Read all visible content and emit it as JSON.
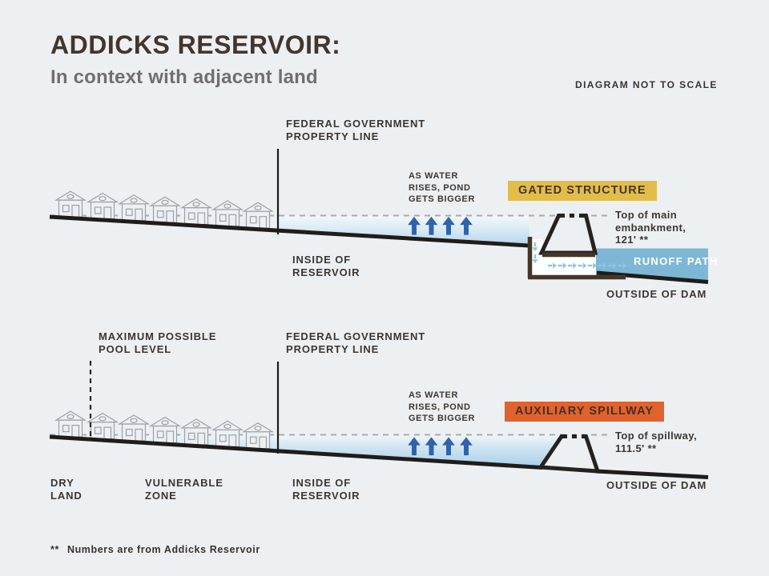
{
  "title": {
    "main": "ADDICKS RESERVOIR:",
    "subtitle": "In context with adjacent land",
    "scale_note": "DIAGRAM NOT TO SCALE"
  },
  "top_diagram": {
    "property_line_label": "FEDERAL GOVERNMENT\nPROPERTY LINE",
    "water_note": "AS WATER\nRISES, POND\nGETS BIGGER",
    "structure_badge": "GATED STRUCTURE",
    "elevation_label": "Top of main\nembankment,\n121' **",
    "runoff_label": "RUNOFF PATH",
    "inside_label": "INSIDE OF\nRESERVOIR",
    "outside_label": "OUTSIDE OF DAM",
    "elevation_value_ft": "121'",
    "house_count": 7
  },
  "bottom_diagram": {
    "pool_level_label": "MAXIMUM POSSIBLE\nPOOL LEVEL",
    "property_line_label": "FEDERAL GOVERNMENT\nPROPERTY LINE",
    "water_note": "AS WATER\nRISES, POND\nGETS BIGGER",
    "structure_badge": "AUXILIARY SPILLWAY",
    "elevation_label": "Top of spillway,\n111.5' **",
    "dry_land_label": "DRY\nLAND",
    "vulnerable_label": "VULNERABLE\nZONE",
    "inside_label": "INSIDE OF\nRESERVOIR",
    "outside_label": "OUTSIDE OF DAM",
    "elevation_value_ft": "111.5'",
    "house_count": 7
  },
  "footnote": {
    "marker": "**",
    "text": "Numbers are from Addicks Reservoir"
  },
  "colors": {
    "background": "#edf0f3",
    "badge_gated": "#e2bd4a",
    "badge_spillway": "#e0622d",
    "water_arrow_blue": "#2e62ab",
    "flow_arrow_blue": "#8fc6e0",
    "runoff_fill": "#7eb7d6",
    "water_light": "#b7d7ea",
    "ground": "#1f1c1a",
    "conduit_brown": "#463627",
    "dashed_gray": "#a7abaf"
  }
}
